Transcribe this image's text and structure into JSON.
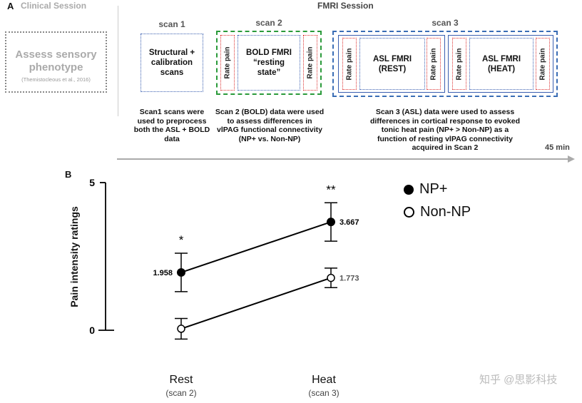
{
  "panel_a": {
    "label": "A",
    "clinical_title": "Clinical Session",
    "fmri_title": "FMRI Session",
    "assess_box": {
      "line1": "Assess sensory",
      "line2": "phenotype",
      "citation": "(Themistocleous et al., 2016)"
    },
    "scan1": {
      "title": "scan 1",
      "box_text": [
        "Structural +",
        "calibration",
        "scans"
      ],
      "description": [
        "Scan1 scans were",
        "used to preprocess",
        "both the ASL + BOLD",
        "data"
      ]
    },
    "scan2": {
      "title": "scan 2",
      "rate_label": "Rate pain",
      "box_text": [
        "BOLD FMRI",
        "“resting",
        "state”"
      ],
      "description": [
        "Scan 2 (BOLD) data were used",
        "to assess differences in",
        "vlPAG functional connectivity",
        "(NP+ vs. Non-NP)"
      ]
    },
    "scan3": {
      "title": "scan 3",
      "rate_label": "Rate pain",
      "rest_text": [
        "ASL FMRI",
        "(REST)"
      ],
      "heat_text": [
        "ASL FMRI",
        "(HEAT)"
      ],
      "description": [
        "Scan 3 (ASL) data were used to assess",
        "differences in cortical response to evoked",
        "tonic heat pain (NP+ > Non-NP) as a",
        "function of resting vlPAG connectivity",
        "acquired in Scan 2"
      ]
    },
    "time_label": "45 min"
  },
  "panel_b": {
    "label": "B",
    "ylabel": "Pain intensity ratings",
    "legend": {
      "np_plus": "NP+",
      "non_np": "Non-NP"
    },
    "x_labels": [
      {
        "main": "Rest",
        "sub": "(scan 2)"
      },
      {
        "main": "Heat",
        "sub": "(scan 3)"
      }
    ],
    "watermark": "知乎 @思影科技"
  },
  "chart_data": {
    "type": "line",
    "categories": [
      "Rest",
      "Heat"
    ],
    "ylabel": "Pain intensity ratings",
    "yticks": [
      "0",
      "5"
    ],
    "ylim": [
      0,
      5
    ],
    "series": [
      {
        "name": "NP+",
        "values": [
          1.958,
          3.667
        ],
        "err": [
          0.65,
          0.65
        ],
        "value_labels": [
          "1.958",
          "3.667"
        ],
        "marker": "filled",
        "color": "#000000"
      },
      {
        "name": "Non-NP",
        "values": [
          0.05,
          1.773
        ],
        "err": [
          0.35,
          0.33
        ],
        "value_labels": [
          "",
          "1.773"
        ],
        "marker": "open",
        "color": "#000000"
      }
    ],
    "significance": [
      "*",
      "**"
    ],
    "legend_position": "top-right"
  },
  "colors": {
    "scan1_border": "#3a5fb0",
    "scan2_border": "#2a9a3a",
    "scan3_border": "#3a6db5",
    "rate_border": "#dd3333",
    "grey_text": "#9a9a9a"
  }
}
